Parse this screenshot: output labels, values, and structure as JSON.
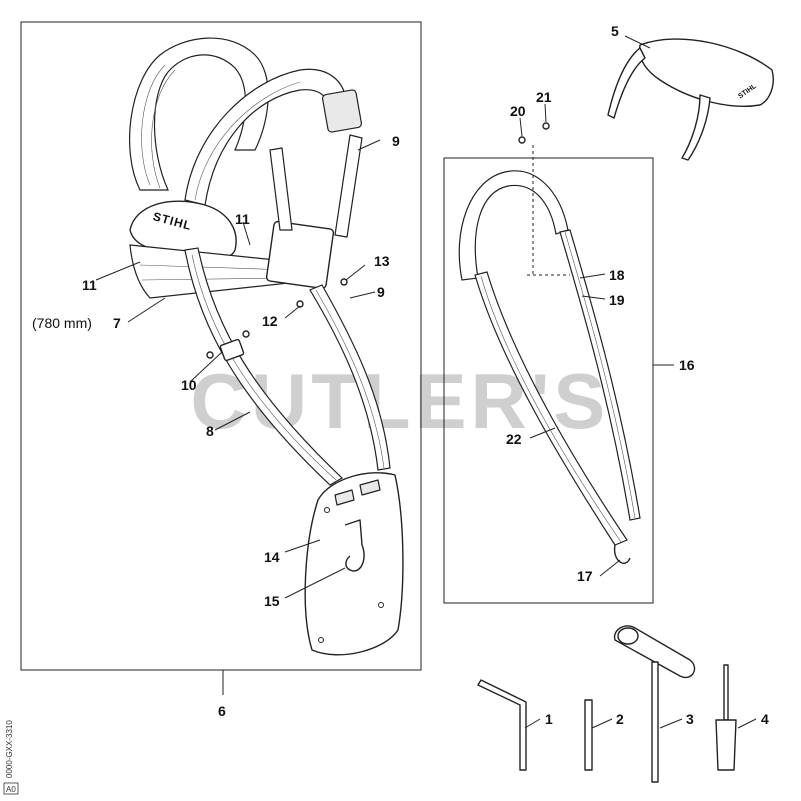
{
  "labels": {
    "p1": "1",
    "p2": "2",
    "p3": "3",
    "p4": "4",
    "p5": "5",
    "p6": "6",
    "p7": "7",
    "p7_note": "(780 mm)",
    "p8": "8",
    "p9a": "9",
    "p9b": "9",
    "p10": "10",
    "p11a": "11",
    "p11b": "11",
    "p12": "12",
    "p13": "13",
    "p14": "14",
    "p15": "15",
    "p16": "16",
    "p17": "17",
    "p18": "18",
    "p19": "19",
    "p20": "20",
    "p21": "21",
    "p22": "22"
  },
  "brand": "STIHL",
  "watermark": "CUTLER'S",
  "doc_code": "0000-GXX-3310",
  "doc_code2": "A0"
}
